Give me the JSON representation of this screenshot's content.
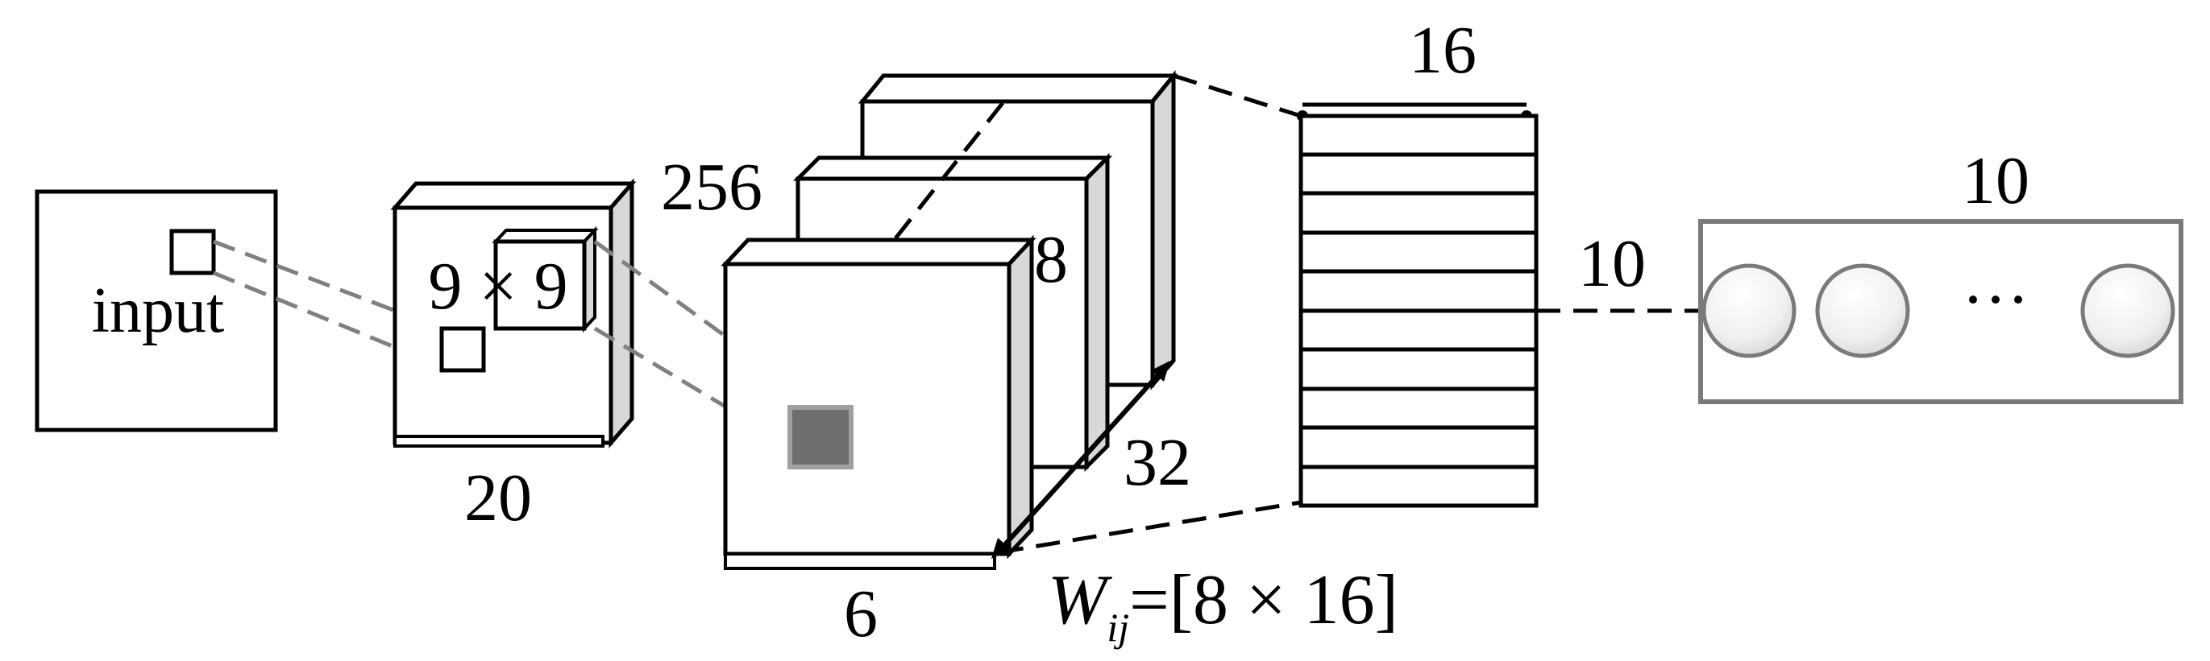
{
  "input_block": {
    "label": "input"
  },
  "conv1": {
    "kernel_label": "9 × 9",
    "size_label": "20"
  },
  "primary_caps": {
    "depth_label": "256",
    "vec_label": "8",
    "grid_label": "32",
    "size_label": "6"
  },
  "weight_matrix": {
    "symbol": "W",
    "subscript": "ij",
    "value": "=[8 × 16]"
  },
  "digit_caps": {
    "width_label": "16",
    "count_label": "10"
  },
  "output_layer": {
    "count_label": "10",
    "ellipsis": "···"
  }
}
